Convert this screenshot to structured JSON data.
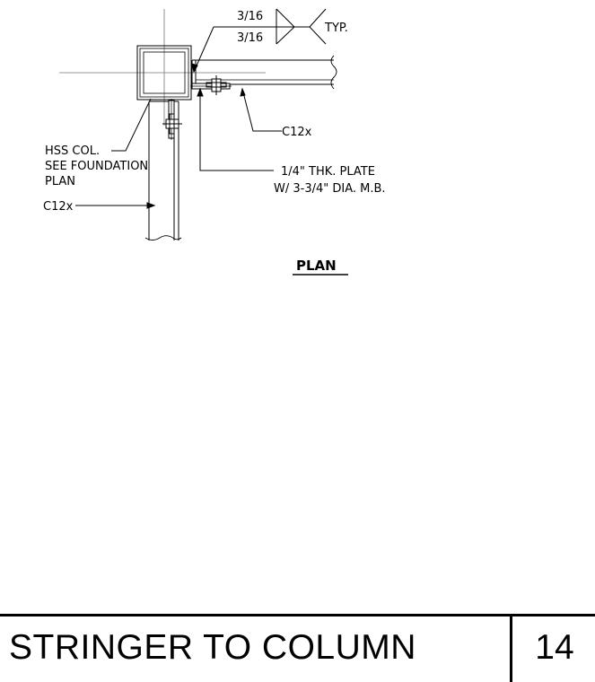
{
  "detail": {
    "weld_top": "3/16",
    "weld_bottom": "3/16",
    "weld_note": "TYP.",
    "column_note_line1": "HSS COL.",
    "column_note_line2": "SEE FOUNDATION",
    "column_note_line3": "PLAN",
    "channel_right": "C12x",
    "channel_left": "C12x",
    "plate_line1": "1/4\" THK. PLATE",
    "plate_line2": "W/ 3-3/4\" DIA. M.B.",
    "view_label": "PLAN"
  },
  "title_block": {
    "title": "STRINGER TO COLUMN",
    "sheet_number": "14"
  }
}
